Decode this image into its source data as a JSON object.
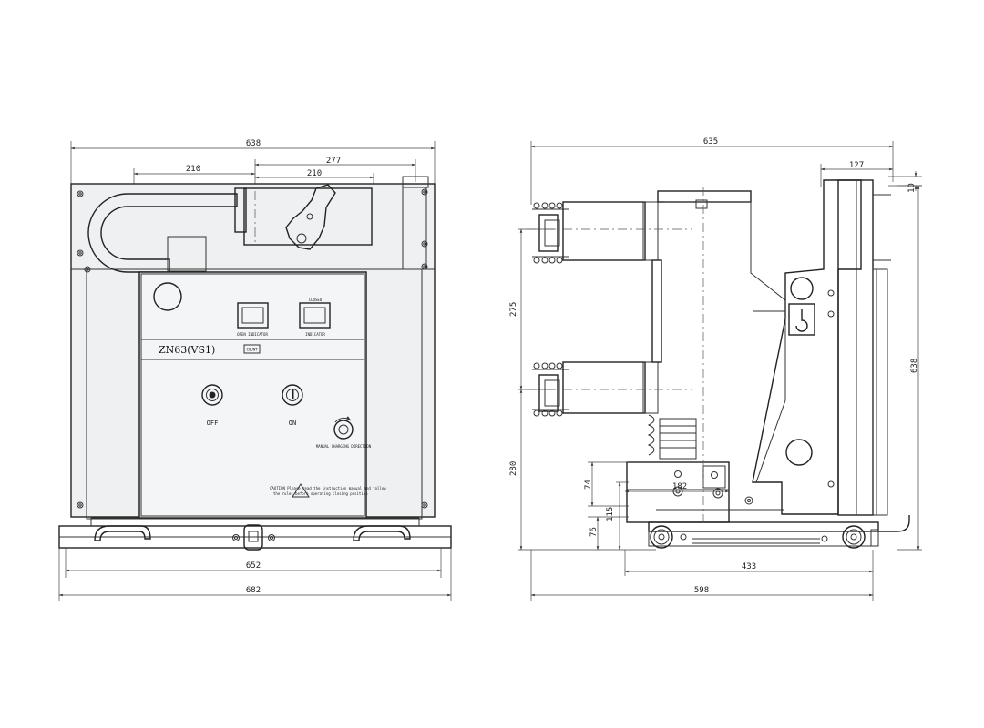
{
  "front_view": {
    "dims": {
      "overall_width": "638",
      "arm_span": "210",
      "arm_offset": "277",
      "pole_pitch": "210",
      "rail_width": "652",
      "base_width": "682"
    },
    "panel": {
      "model_label": "ZN63(VS1)",
      "off_label": "OFF",
      "on_label": "ON",
      "open_indicator_label": "OPEN INDICATOR",
      "closed_indicator_top": "CLOSED",
      "closed_indicator_label": "INDICATOR",
      "counter_label": "COUNT",
      "charging_label": "MANUAL CHARGING DIRECTION",
      "caution_line1": "CAUTION Please read the instruction manual and follow",
      "caution_line2": "the rules before operating closing position"
    }
  },
  "side_view": {
    "dims": {
      "overall_depth": "635",
      "top_offset": "127",
      "top_gap": "10",
      "pole_spacing": "275",
      "lower_height": "280",
      "height_right": "638",
      "bracket_74": "74",
      "bracket_115": "115",
      "bracket_76": "76",
      "bracket_182": "182",
      "truck_433": "433",
      "truck_598": "598"
    }
  }
}
